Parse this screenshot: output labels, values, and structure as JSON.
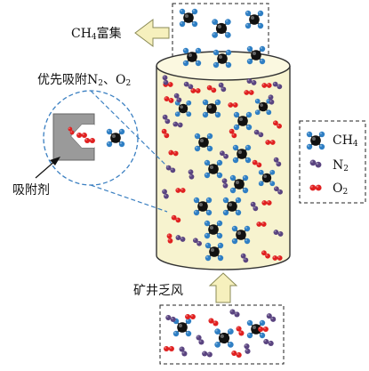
{
  "labels": {
    "enrich": {
      "base": "CH",
      "sub": "4",
      "suffix": "富集"
    },
    "prefer": {
      "prefix": "优先吸附N",
      "sub1": "2",
      "mid": "、O",
      "sub2": "2"
    },
    "adsorbent": "吸附剂",
    "source": "矿井乏风"
  },
  "legend": {
    "items": [
      {
        "base": "CH",
        "sub": "4",
        "kind": "ch4"
      },
      {
        "base": "N",
        "sub": "2",
        "kind": "n2"
      },
      {
        "base": "O",
        "sub": "2",
        "kind": "o2"
      }
    ]
  },
  "colors": {
    "column_fill": "#f7f3cf",
    "carbon": "#111111",
    "hydrogen": "#2f7fc4",
    "nitrogen": "#5a4480",
    "oxygen": "#e02020",
    "arrow_fill": "#f6f0bd",
    "arrow_stroke": "#8a8a55",
    "adsorbent_gray": "#9a9a9a",
    "dash_blue": "#3a7fc1"
  }
}
